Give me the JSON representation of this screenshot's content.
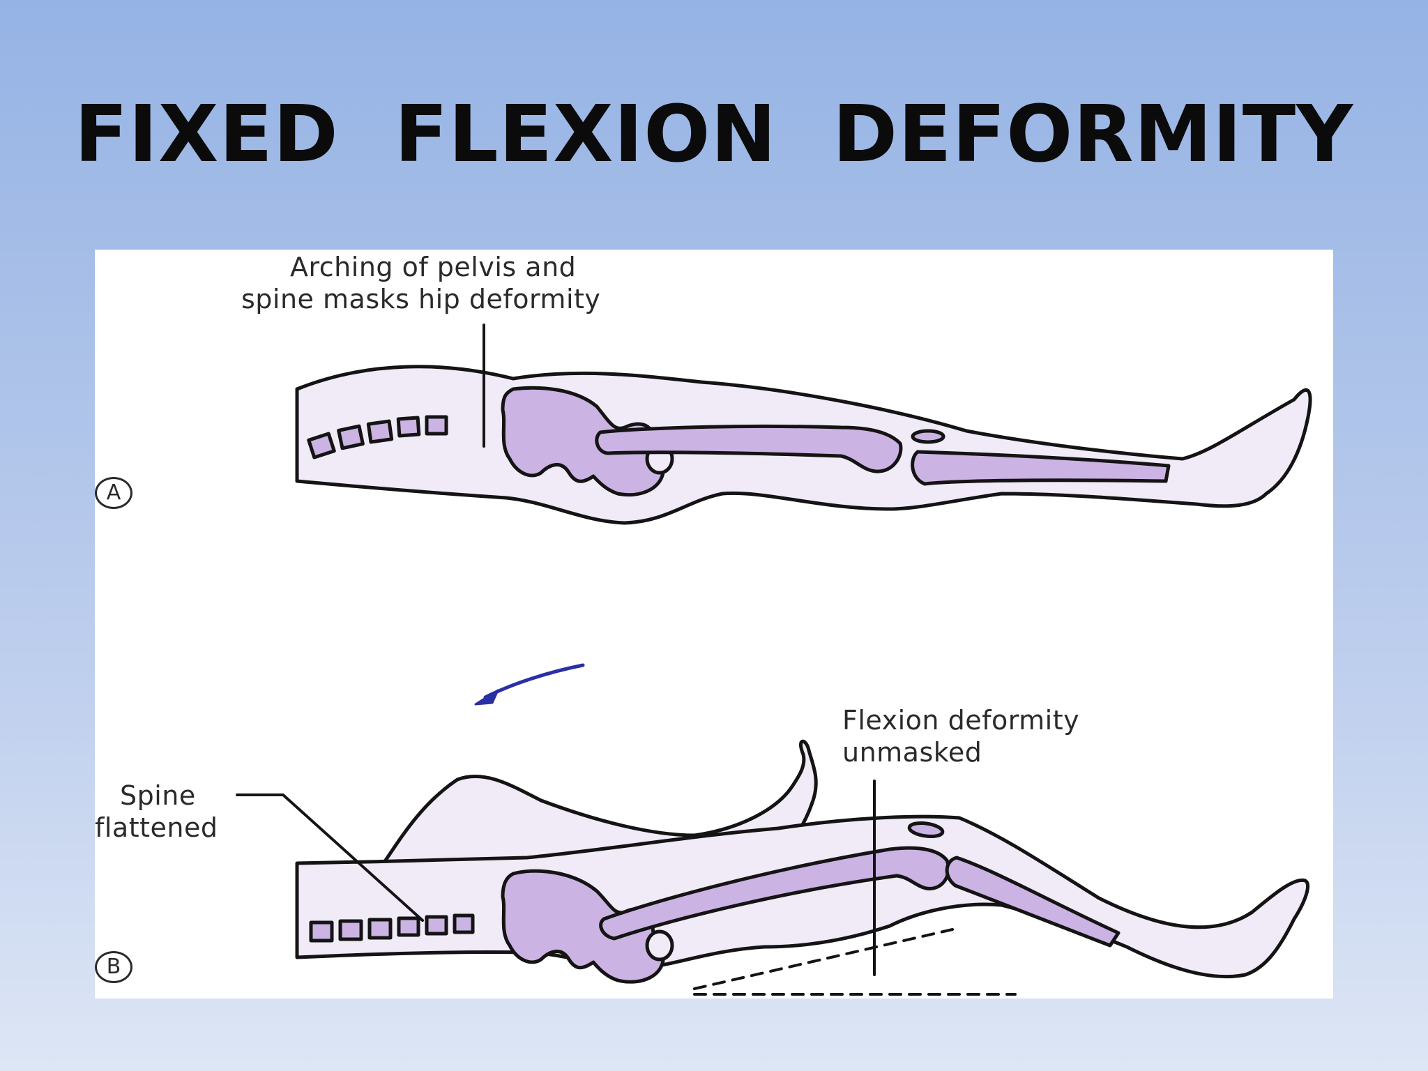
{
  "title": "FIXED  FLEXION  DEFORMITY",
  "figure": {
    "panel_a": {
      "marker": "A",
      "label_line1": "Arching of pelvis and",
      "label_line2": "spine masks hip deformity"
    },
    "panel_b": {
      "marker": "B",
      "label_line1": "Flexion deformity",
      "label_line2": "unmasked",
      "spine_label_line1": "Spine",
      "spine_label_line2": "flattened"
    }
  },
  "colors": {
    "body_fill": "#f1eaf7",
    "bone_fill": "#cbb3e3",
    "outline": "#141414",
    "arrow": "#2b2fa4"
  }
}
